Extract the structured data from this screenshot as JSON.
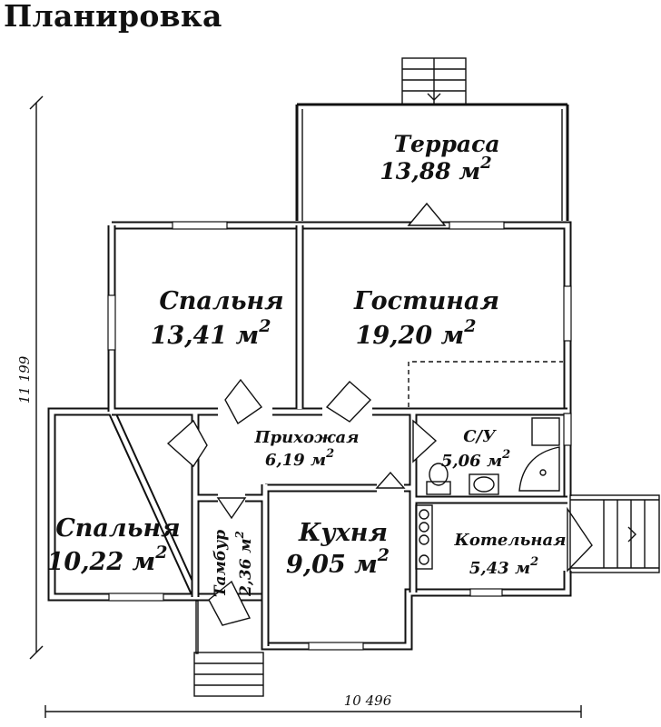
{
  "title": "Планировка",
  "dimensions": {
    "width": "10 496",
    "height": "11 199"
  },
  "rooms": {
    "terrace": {
      "name": "Терраса",
      "area": "13,88 м",
      "unit_sup": "2"
    },
    "bedroom1": {
      "name": "Спальня",
      "area": "13,41 м",
      "unit_sup": "2"
    },
    "living": {
      "name": "Гостиная",
      "area": "19,20 м",
      "unit_sup": "2"
    },
    "hall": {
      "name": "Прихожая",
      "area": "6,19 м",
      "unit_sup": "2"
    },
    "bath": {
      "name": "С/У",
      "area": "5,06 м",
      "unit_sup": "2"
    },
    "bedroom2": {
      "name": "Спальня",
      "area": "10,22 м",
      "unit_sup": "2"
    },
    "vestibule": {
      "name": "Тамбур",
      "area": "2,36 м",
      "unit_sup": "2"
    },
    "kitchen": {
      "name": "Кухня",
      "area": "9,05 м",
      "unit_sup": "2"
    },
    "boiler": {
      "name": "Котельная",
      "area": "5,43 м",
      "unit_sup": "2"
    }
  }
}
